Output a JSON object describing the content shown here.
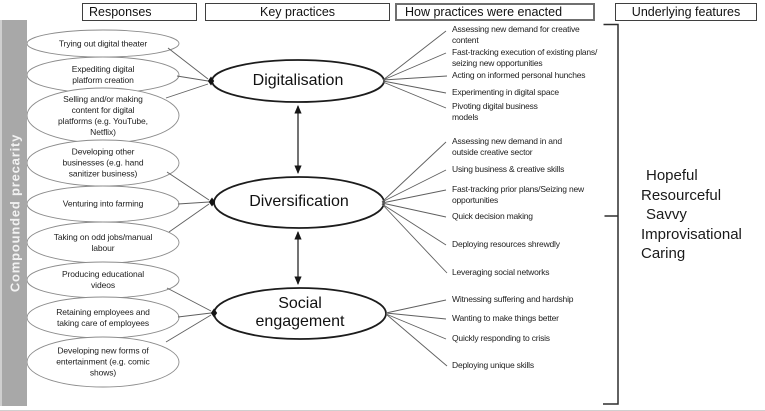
{
  "header": {
    "columns": [
      "Responses",
      "Key practices",
      "How practices were enacted",
      "Underlying features"
    ]
  },
  "left_bar": {
    "label": "Compounded precarity",
    "color": "#a8a8a8"
  },
  "responses": [
    {
      "label": "Trying out digital theater"
    },
    {
      "label": "Expediting digital\nplatform creation"
    },
    {
      "label": "Selling and/or making\ncontent for digital\nplatforms (e.g. YouTube,\nNetflix)"
    },
    {
      "label": "Developing other\nbusinesses (e.g. hand\nsanitizer business)"
    },
    {
      "label": "Venturing into farming"
    },
    {
      "label": "Taking on odd jobs/manual\nlabour"
    },
    {
      "label": "Producing educational\nvideos"
    },
    {
      "label": "Retaining employees and\ntaking care of employees"
    },
    {
      "label": "Developing new forms of\nentertainment (e.g. comic\nshows)"
    }
  ],
  "practices": [
    {
      "label": "Digitalisation",
      "enacted": [
        "Assessing new demand for creative\ncontent",
        "Fast-tracking execution of existing plans/\nseizing new opportunities",
        "Acting on informed personal hunches",
        "Experimenting in digital space",
        "Pivoting digital business\nmodels"
      ]
    },
    {
      "label": "Diversification",
      "enacted": [
        "Assessing new demand in and\noutside creative sector",
        "Using business & creative skills",
        "Fast-tracking prior plans/Seizing new\nopportunities",
        "Quick decision making",
        "Deploying resources shrewdly",
        "Leveraging social networks"
      ]
    },
    {
      "label": "Social\nengagement",
      "enacted": [
        "Witnessing suffering and hardship",
        "Wanting to make things better",
        "Quickly responding to crisis",
        "Deploying unique skills"
      ]
    }
  ],
  "underlying_features": [
    "Hopeful",
    "Resourceful",
    "Savvy",
    "Improvisational",
    "Caring"
  ]
}
